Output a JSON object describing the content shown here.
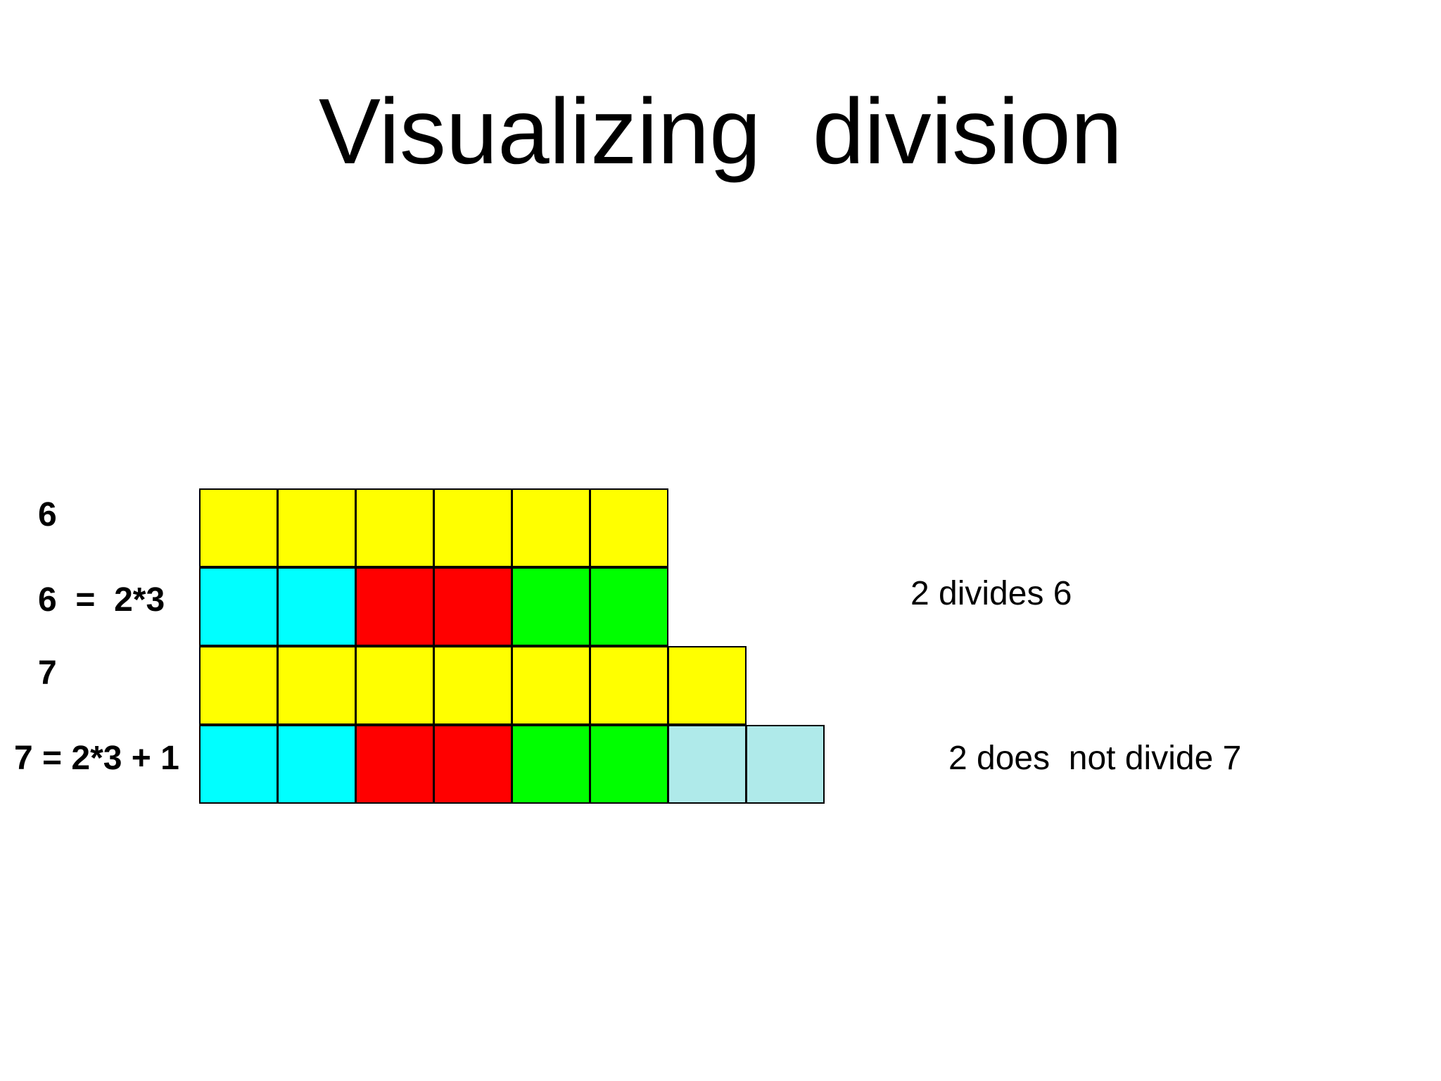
{
  "title": "Visualizing  division",
  "colors": {
    "yellow": "#ffff00",
    "cyan": "#00ffff",
    "red": "#ff0000",
    "green": "#00ff00",
    "pale_cyan": "#afeaea"
  },
  "rows": [
    {
      "label": "6",
      "cells": [
        "yellow",
        "yellow",
        "yellow",
        "yellow",
        "yellow",
        "yellow"
      ]
    },
    {
      "label": "6  =  2*3",
      "cells": [
        "cyan",
        "cyan",
        "red",
        "red",
        "green",
        "green"
      ]
    },
    {
      "label": "7",
      "cells": [
        "yellow",
        "yellow",
        "yellow",
        "yellow",
        "yellow",
        "yellow",
        "yellow"
      ]
    },
    {
      "label": "7 = 2*3 + 1",
      "cells": [
        "cyan",
        "cyan",
        "red",
        "red",
        "green",
        "green",
        "pale_cyan",
        "pale_cyan"
      ]
    }
  ],
  "notes": {
    "divides": "2 divides 6",
    "not_divides": "2 does  not divide 7"
  }
}
